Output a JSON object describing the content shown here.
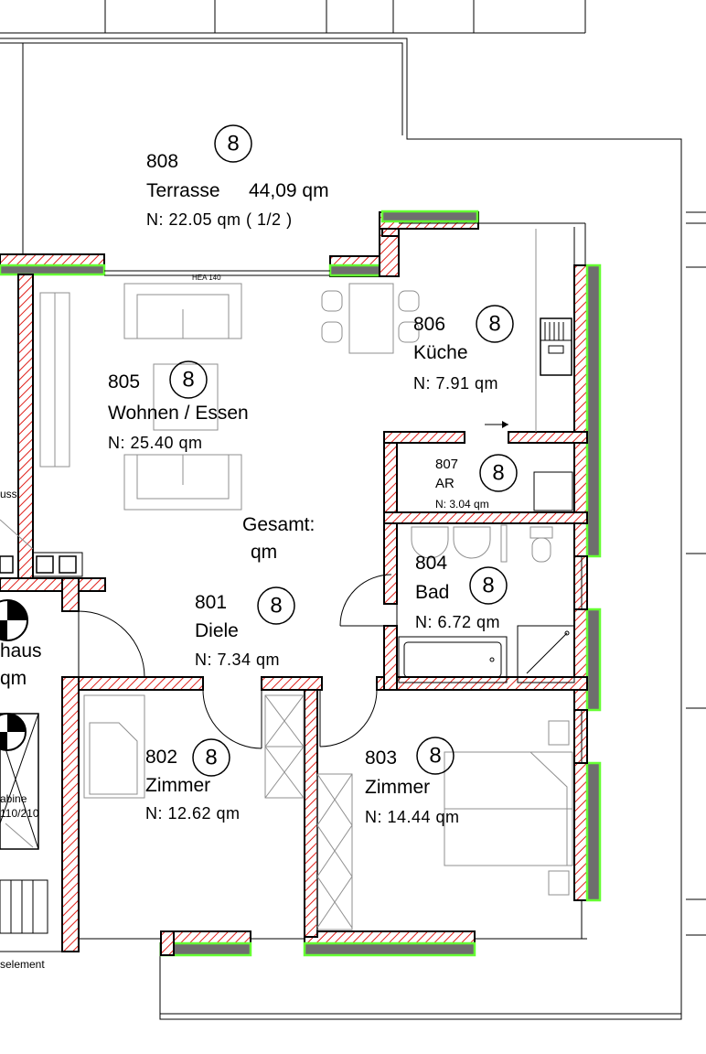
{
  "rooms": {
    "terrasse": {
      "number": "808",
      "name": "Terrasse",
      "area_label": "44,09 qm",
      "net": "N:  22.05  qm ( 1/2 )",
      "badge": "8"
    },
    "wohnen": {
      "number": "805",
      "name": "Wohnen / Essen",
      "net": "N:  25.40  qm",
      "badge": "8"
    },
    "kueche": {
      "number": "806",
      "name": "Küche",
      "net": "N:  7.91  qm",
      "badge": "8"
    },
    "ar": {
      "number": "807",
      "name": "AR",
      "net": "N:  3.04  qm",
      "badge": "8"
    },
    "bad": {
      "number": "804",
      "name": "Bad",
      "net": "N:  6.72  qm",
      "badge": "8"
    },
    "diele": {
      "number": "801",
      "name": "Diele",
      "net": "N:  7.34  qm",
      "badge": "8"
    },
    "zimmer802": {
      "number": "802",
      "name": "Zimmer",
      "net": "N:  12.62  qm",
      "badge": "8"
    },
    "zimmer803": {
      "number": "803",
      "name": "Zimmer",
      "net": "N:  14.44  qm",
      "badge": "8"
    }
  },
  "gesamt": {
    "label": "Gesamt:",
    "unit": "qm"
  },
  "beam_label": "HEA 140",
  "edge_labels": {
    "uss": "uss",
    "haus": "haus",
    "qm": "qm",
    "kabine": "abine",
    "kabine_size": "110/210",
    "element": "selement"
  },
  "colors": {
    "hatch": "#e0201a",
    "window_fill": "#6e6e6e",
    "window_outline": "#66ff33",
    "line": "#000000",
    "furniture": "#8f8f8f"
  }
}
